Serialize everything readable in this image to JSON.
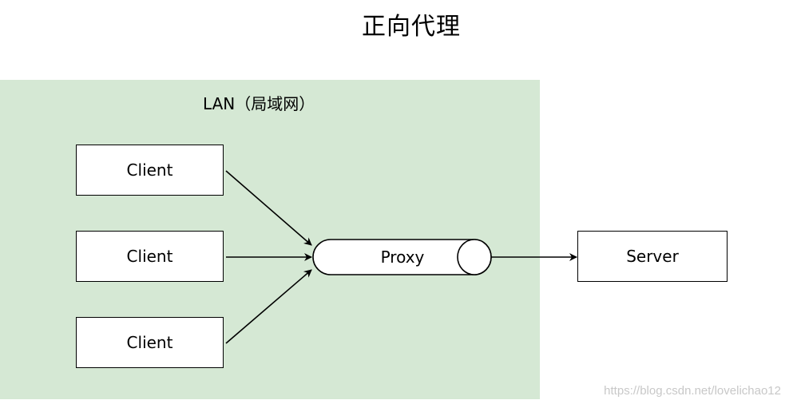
{
  "title": "正向代理",
  "lan": {
    "label": "LAN（局域网）",
    "fill": "#d5e8d4"
  },
  "clients": [
    {
      "label": "Client"
    },
    {
      "label": "Client"
    },
    {
      "label": "Client"
    }
  ],
  "proxy": {
    "label": "Proxy"
  },
  "server": {
    "label": "Server"
  },
  "watermark": "https://blog.csdn.net/lovelichao12"
}
